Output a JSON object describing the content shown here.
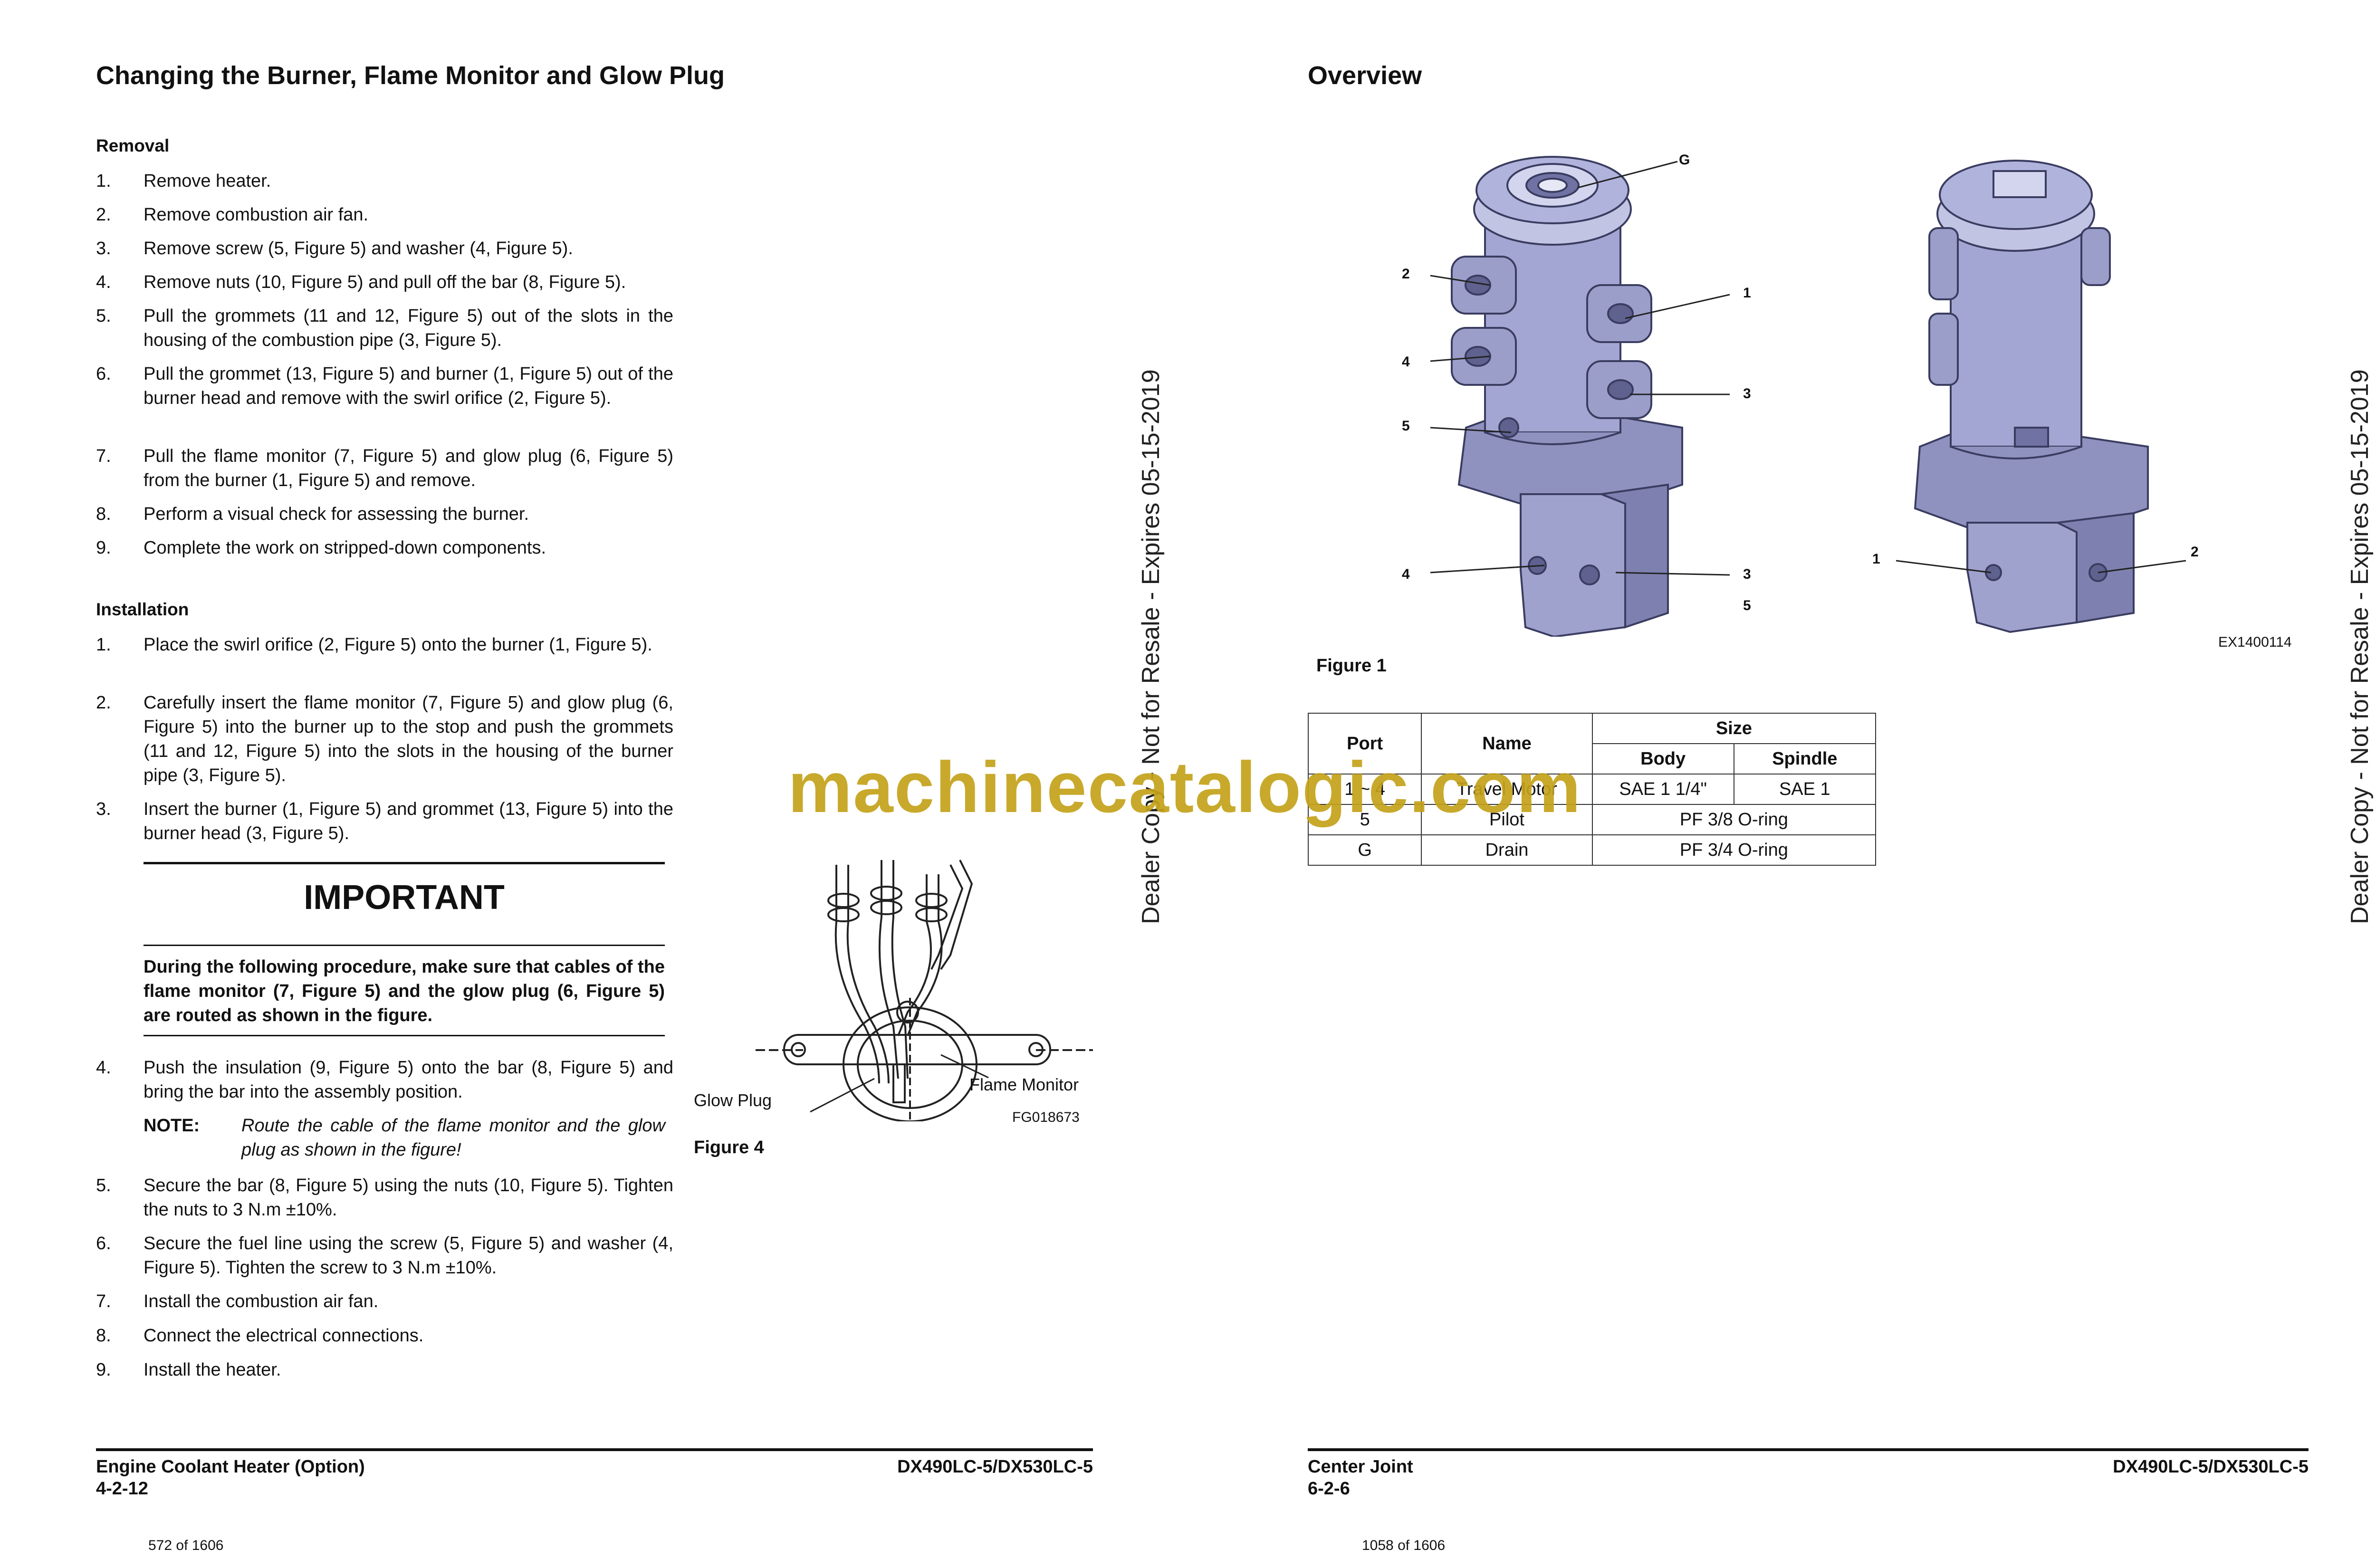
{
  "left_page": {
    "title": "Changing the Burner, Flame Monitor and Glow Plug",
    "removal": {
      "heading": "Removal",
      "steps": [
        {
          "num": "1.",
          "text": "Remove heater."
        },
        {
          "num": "2.",
          "text": "Remove combustion air fan."
        },
        {
          "num": "3.",
          "text": "Remove screw (5, Figure 5) and washer (4, Figure 5)."
        },
        {
          "num": "4.",
          "text": "Remove nuts (10, Figure 5) and pull off the bar (8, Figure 5)."
        },
        {
          "num": "5.",
          "text": "Pull the grommets (11 and 12, Figure 5) out of the slots in the housing of the combustion pipe (3, Figure 5)."
        },
        {
          "num": "6.",
          "text": "Pull the grommet (13, Figure 5) and burner (1, Figure 5) out of the burner head and remove with the swirl orifice (2, Figure 5)."
        },
        {
          "num": "7.",
          "text": "Pull the flame monitor (7, Figure 5) and glow plug (6, Figure 5) from the burner (1, Figure 5) and remove."
        },
        {
          "num": "8.",
          "text": "Perform a visual check for assessing the burner."
        },
        {
          "num": "9.",
          "text": "Complete the work on stripped-down components."
        }
      ]
    },
    "installation": {
      "heading": "Installation",
      "steps": [
        {
          "num": "1.",
          "text": "Place the swirl orifice (2, Figure 5) onto the burner (1, Figure 5)."
        },
        {
          "num": "2.",
          "text": "Carefully insert the flame monitor (7, Figure 5) and glow plug (6, Figure 5) into the burner up to the stop and push the grommets (11 and 12, Figure 5) into the slots in the housing of the burner pipe (3, Figure 5)."
        },
        {
          "num": "3.",
          "text": "Insert the burner (1, Figure 5) and grommet (13, Figure 5) into the burner head (3, Figure 5)."
        }
      ],
      "steps_after": [
        {
          "num": "4.",
          "text": "Push the insulation (9, Figure 5) onto the bar (8, Figure 5) and bring the bar into the assembly position."
        },
        {
          "num": "5.",
          "text": "Secure the bar (8, Figure 5) using the nuts (10, Figure 5). Tighten the nuts to 3 N.m ±10%."
        },
        {
          "num": "6.",
          "text": "Secure the fuel line using the screw (5, Figure 5) and washer (4, Figure 5). Tighten the screw to 3 N.m ±10%."
        },
        {
          "num": "7.",
          "text": "Install the combustion air fan."
        },
        {
          "num": "8.",
          "text": "Connect the electrical connections."
        },
        {
          "num": "9.",
          "text": "Install the heater."
        }
      ],
      "note_label": "NOTE:",
      "note_text": "Route the cable of the flame monitor and the glow plug as shown in the figure!"
    },
    "important": {
      "title": "IMPORTANT",
      "text": "During the following procedure, make sure that cables of the flame monitor (7, Figure 5) and the glow plug (6, Figure 5) are routed as shown in the figure."
    },
    "figure4": {
      "label_glow_plug": "Glow Plug",
      "label_flame_monitor": "Flame Monitor",
      "code": "FG018673",
      "caption": "Figure 4"
    },
    "footer": {
      "left_title": "Engine Coolant Heater (Option)",
      "left_page": "4-2-12",
      "right_model": "DX490LC-5/DX530LC-5",
      "counter": "572 of 1606"
    }
  },
  "right_page": {
    "title": "Overview",
    "figure1": {
      "caption": "Figure 1",
      "code": "EX1400114",
      "callouts_left": [
        "G",
        "2",
        "1",
        "4",
        "3",
        "5",
        "4",
        "3",
        "5"
      ],
      "callouts_right": [
        "1",
        "2"
      ]
    },
    "table": {
      "headers": {
        "port": "Port",
        "name": "Name",
        "size": "Size",
        "body": "Body",
        "spindle": "Spindle"
      },
      "rows": [
        {
          "port": "1 ~ 4",
          "name": "Travel Motor",
          "body": "SAE 1 1/4\"",
          "spindle": "SAE 1"
        },
        {
          "port": "5",
          "name": "Pilot",
          "merged": "PF 3/8 O-ring"
        },
        {
          "port": "G",
          "name": "Drain",
          "merged": "PF 3/4 O-ring"
        }
      ]
    },
    "footer": {
      "left_title": "Center Joint",
      "left_page": "6-2-6",
      "right_model": "DX490LC-5/DX530LC-5",
      "counter": "1058 of 1606"
    }
  },
  "side_watermark": "Dealer Copy - Not for Resale - Expires 05-15-2019",
  "watermark": "machinecatalogic.com",
  "colors": {
    "watermark": "#c4a21a",
    "part_fill": "#9b9ec9",
    "part_dark": "#6f72a3",
    "part_light": "#c3c5e3"
  }
}
